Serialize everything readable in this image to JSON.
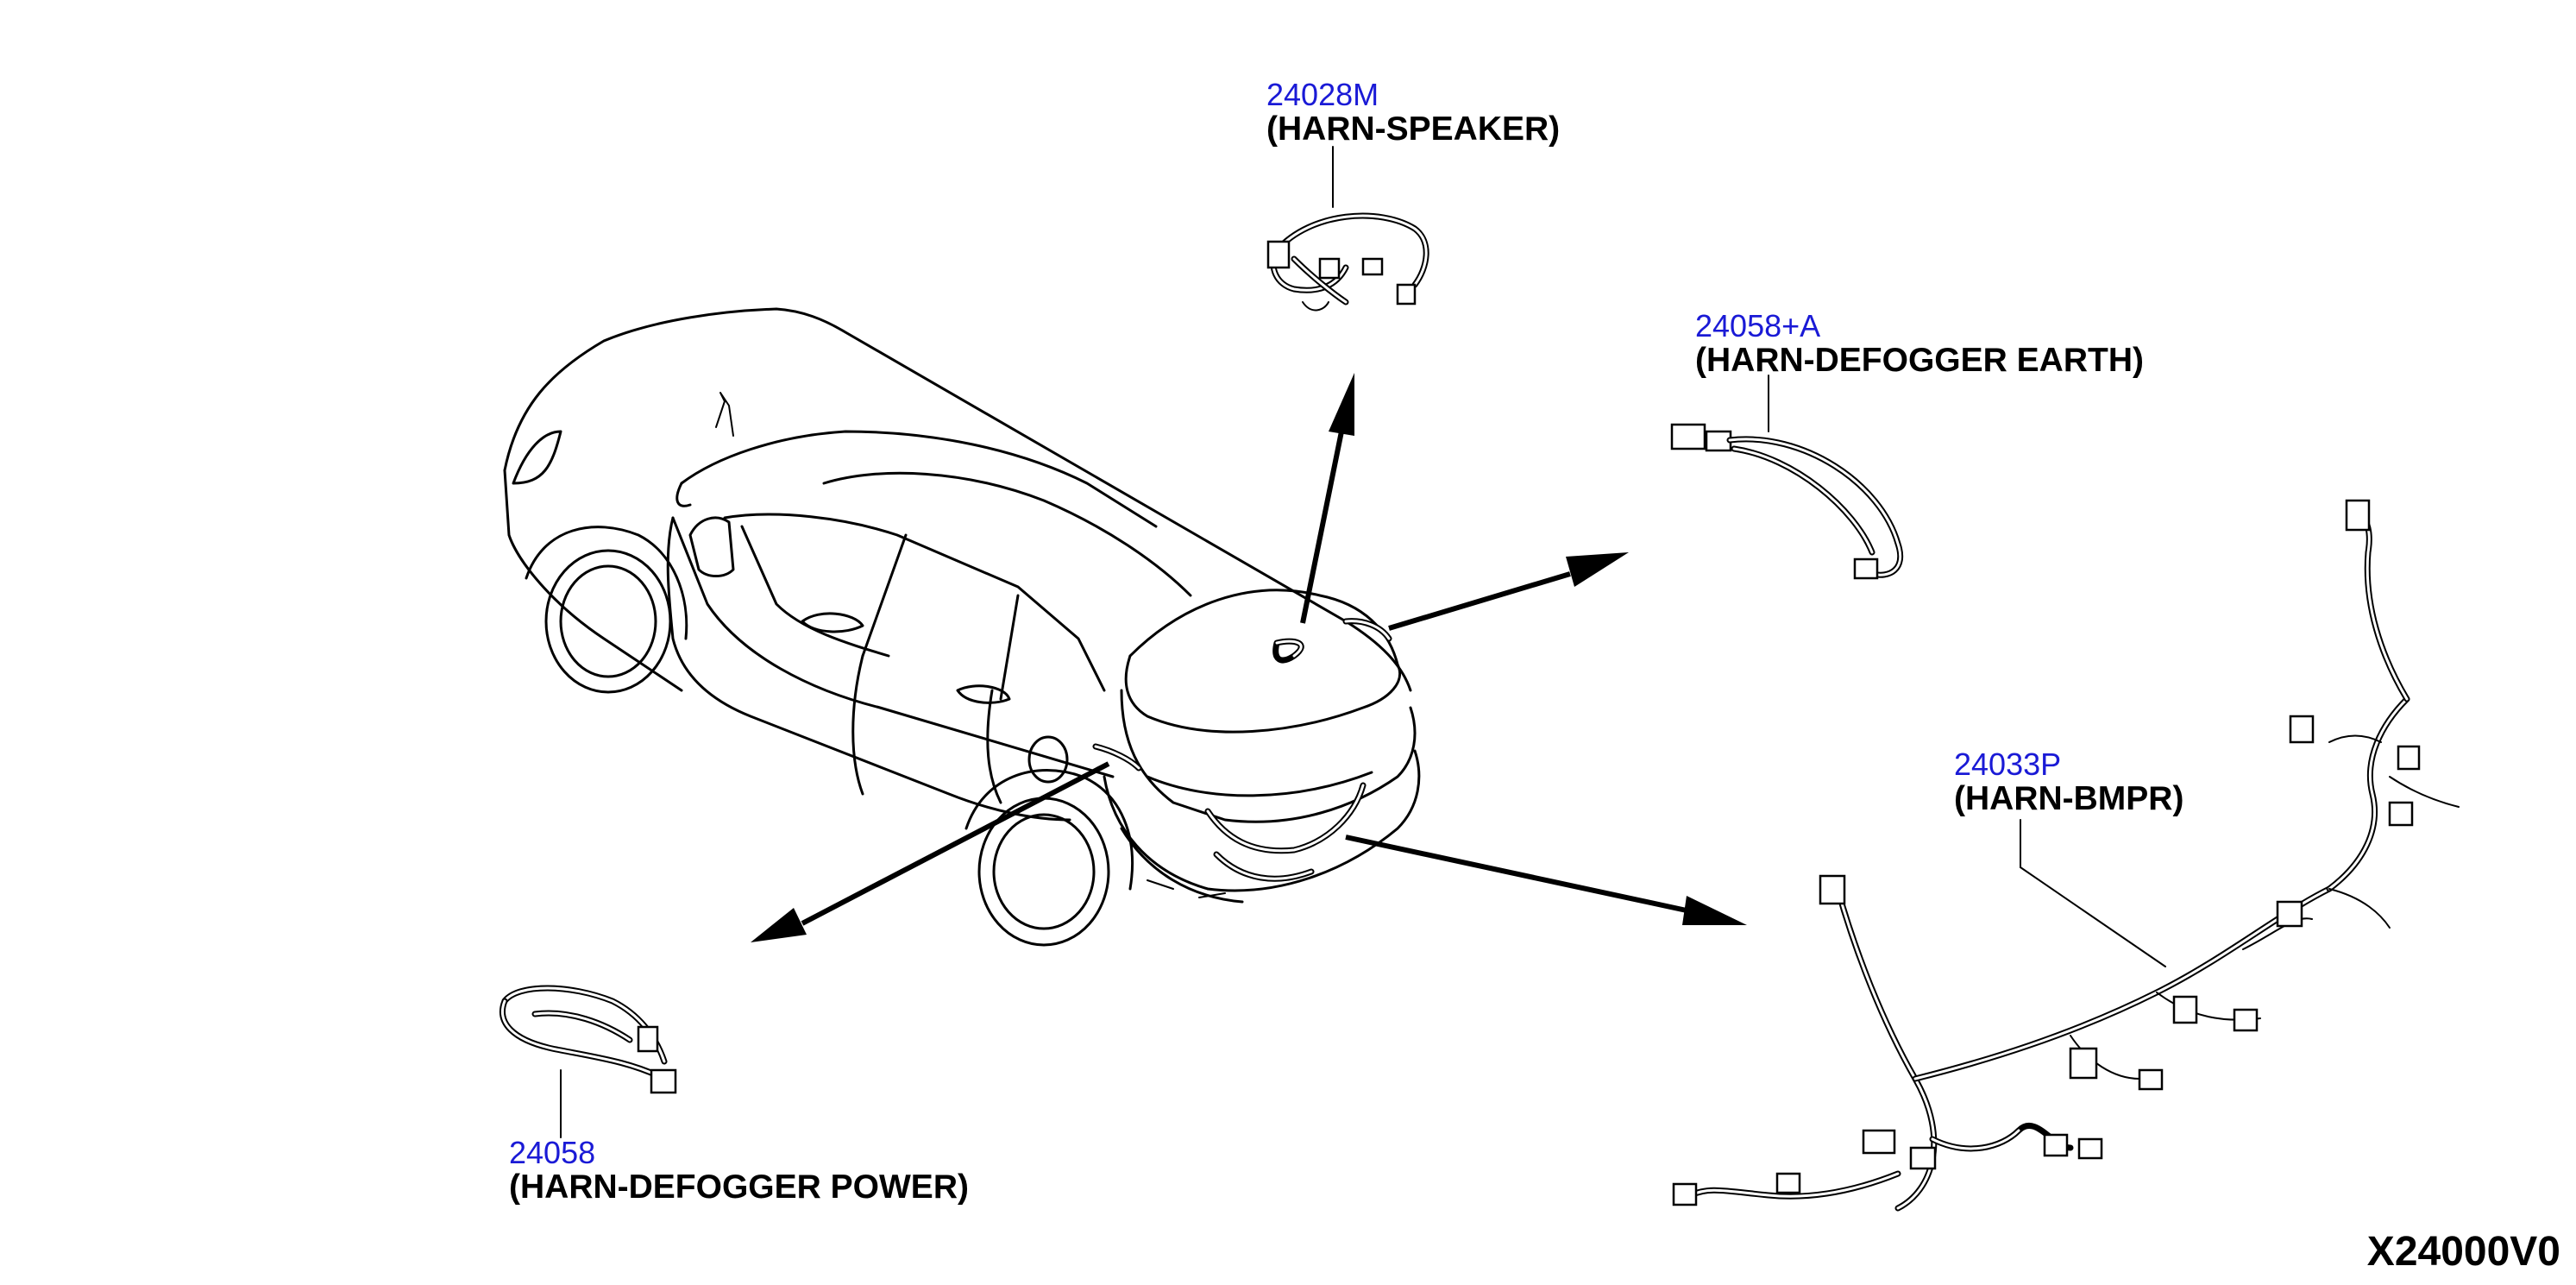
{
  "callouts": {
    "speaker": {
      "part_number": "24028M",
      "name": "(HARN-SPEAKER)"
    },
    "defogger_earth": {
      "part_number": "24058+A",
      "name": "(HARN-DEFOGGER EARTH)"
    },
    "bmpr": {
      "part_number": "24033P",
      "name": "(HARN-BMPR)"
    },
    "defogger_power": {
      "part_number": "24058",
      "name": "(HARN-DEFOGGER POWER)"
    }
  },
  "diagram_code": "X24000V0"
}
